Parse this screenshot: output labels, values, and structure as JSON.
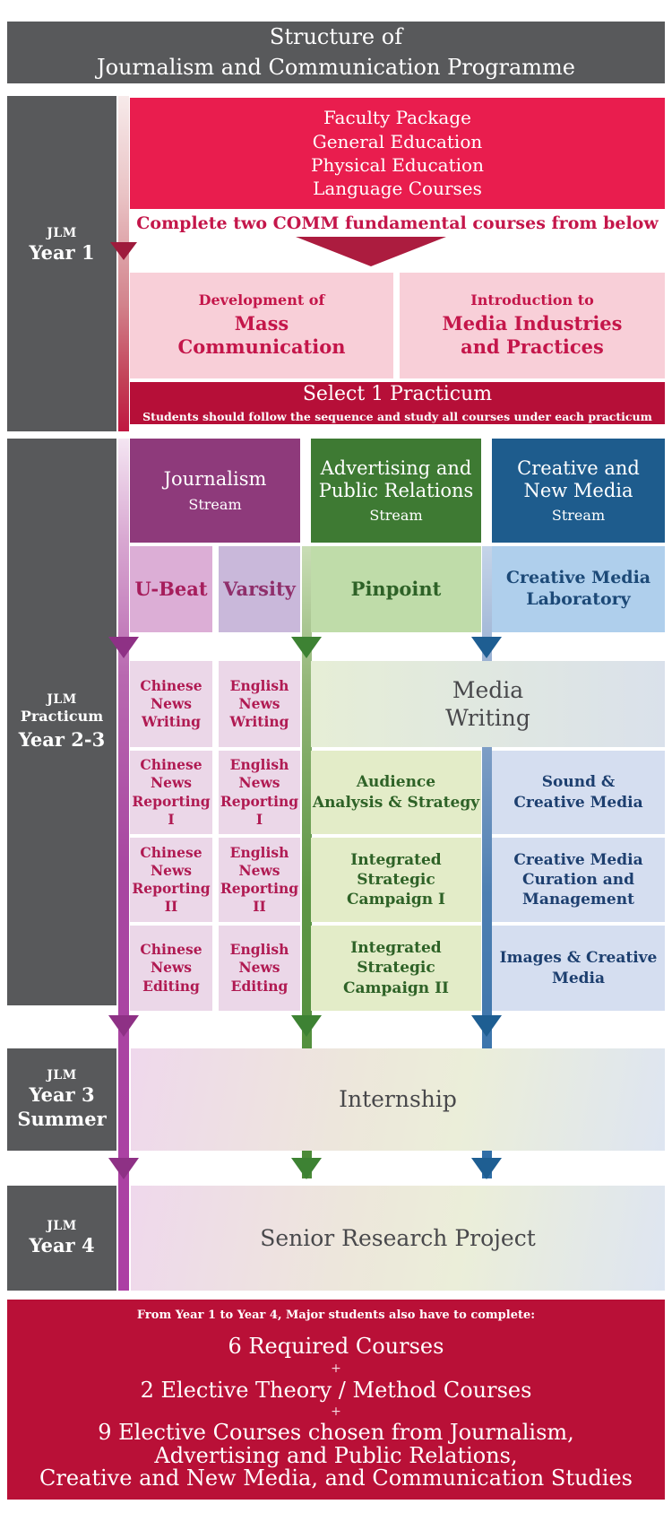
{
  "header": {
    "title": "Structure of\nJournalism and Communication Programme"
  },
  "year1": {
    "sidebar": {
      "tag": "JLM",
      "label": "Year 1"
    },
    "faculty_courses": "Faculty Package\nGeneral Education\nPhysical Education\nLanguage Courses",
    "instruction": "Complete two COMM fundamental courses from below",
    "fundamental_courses": [
      {
        "intro": "Development of",
        "name": "Mass\nCommunication"
      },
      {
        "intro": "Introduction to",
        "name": "Media Industries\nand Practices"
      }
    ],
    "select": {
      "title": "Select 1 Practicum",
      "subtitle": "Students should follow the sequence and study all courses under each practicum"
    }
  },
  "practicum": {
    "sidebar": {
      "tag": "JLM",
      "line1": "Practicum",
      "line2": "Year 2-3"
    },
    "streams": [
      {
        "name": "Journalism",
        "label": "Stream"
      },
      {
        "name": "Advertising and\nPublic Relations",
        "label": "Stream"
      },
      {
        "name": "Creative and\nNew Media",
        "label": "Stream"
      }
    ],
    "practicums": [
      "U-Beat",
      "Varsity",
      "Pinpoint",
      "Creative Media\nLaboratory"
    ],
    "courses": {
      "chinese": [
        "Chinese\nNews\nWriting",
        "Chinese\nNews\nReporting I",
        "Chinese\nNews\nReporting II",
        "Chinese\nNews\nEditing"
      ],
      "english": [
        "English\nNews\nWriting",
        "English\nNews\nReporting I",
        "English\nNews\nReporting II",
        "English\nNews\nEditing"
      ],
      "shared": "Media\nWriting",
      "apr": [
        "Audience\nAnalysis & Strategy",
        "Integrated Strategic\nCampaign I",
        "Integrated Strategic\nCampaign II"
      ],
      "cnm": [
        "Sound &\nCreative Media",
        "Creative Media\nCuration and\nManagement",
        "Images & Creative\nMedia"
      ]
    }
  },
  "year3_summer": {
    "sidebar": {
      "tag": "JLM",
      "line1": "Year 3",
      "line2": "Summer"
    },
    "band": "Internship"
  },
  "year4": {
    "sidebar": {
      "tag": "JLM",
      "line1": "Year 4"
    },
    "band": "Senior Research Project"
  },
  "footer": {
    "intro": "From Year 1 to Year 4, Major students also have to complete:",
    "item1": "6 Required Courses",
    "plus": "+",
    "item2": "2 Elective Theory / Method Courses",
    "item3": "9 Elective Courses chosen from Journalism,\nAdvertising and Public Relations,\nCreative and New Media, and Communication Studies"
  },
  "colors": {
    "header_gray": "#58595B",
    "bright_red": "#E91D4E",
    "dark_red": "#B60F38",
    "crimson_text": "#C4164A",
    "pink_box": "#F8CFD8",
    "journalism_purple": "#8E3A7B",
    "apr_green": "#3E7A33",
    "cnm_blue": "#1E5C8D",
    "ubeat_bg": "#DCAED6",
    "varsity_bg": "#C9B8DA",
    "pinpoint_bg": "#BFDCA9",
    "cml_bg": "#AFCFEC",
    "course_pink_bg": "#EBD7E8",
    "audience_bg": "#E3ECC8",
    "sound_bg": "#D5DEF0"
  }
}
